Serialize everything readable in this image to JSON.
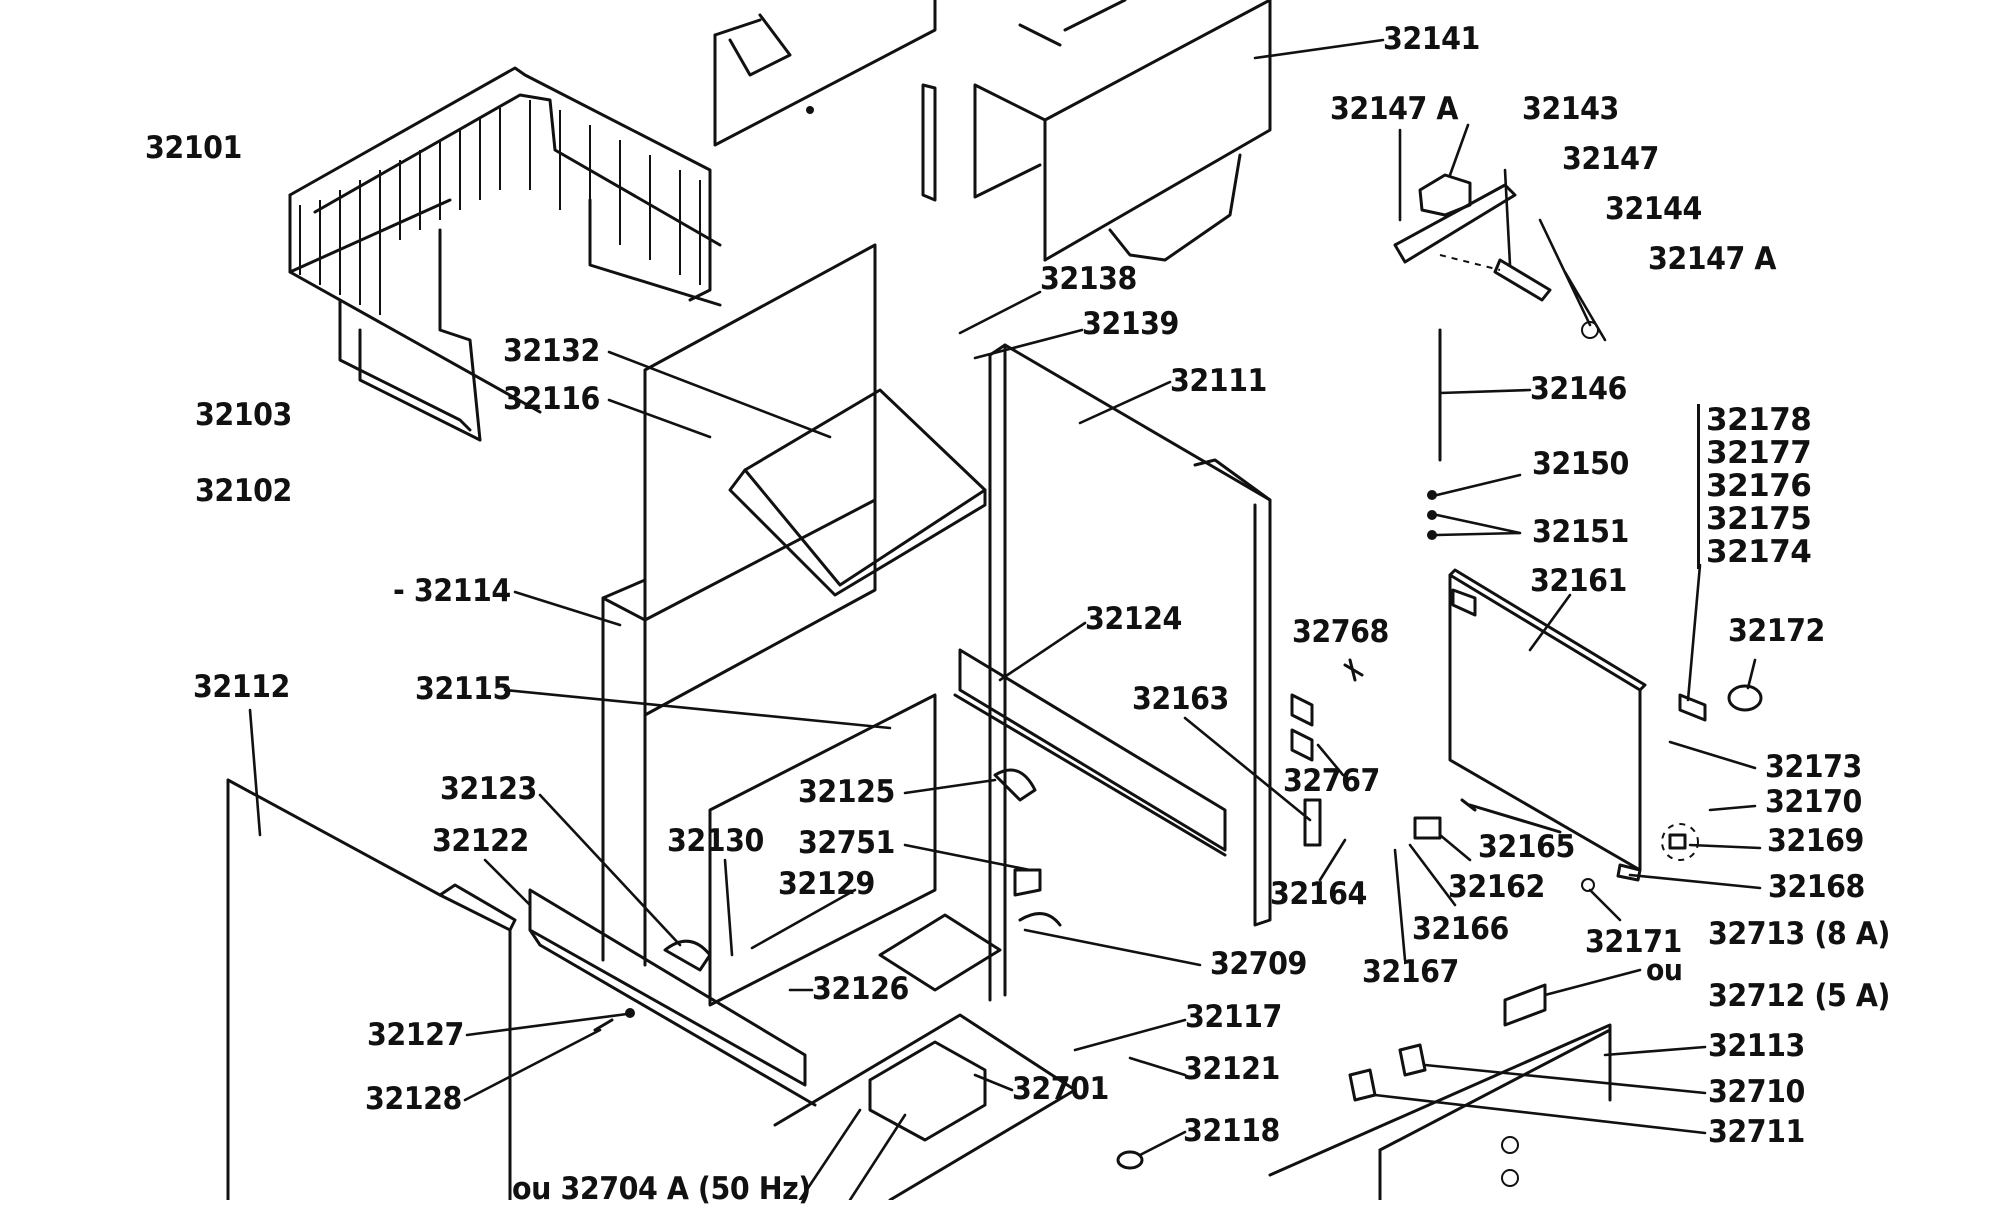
{
  "title": "Exploded parts diagram – cabinet assembly",
  "labels": {
    "p32101": "32101",
    "p32141": "32141",
    "p32147a_top": "32147 A",
    "p32143": "32143",
    "p32147": "32147",
    "p32144": "32144",
    "p32147a_right": "32147 A",
    "p32138": "32138",
    "p32139": "32139",
    "p32132": "32132",
    "p32116": "32116",
    "p32111": "32111",
    "p32146": "32146",
    "p32103": "32103",
    "p32102": "32102",
    "p32150": "32150",
    "p32151": "32151",
    "p32114": "- 32114",
    "p32161": "32161",
    "p32124": "32124",
    "p32768": "32768",
    "p32172": "32172",
    "p32112": "32112",
    "p32115": "32115",
    "p32163": "32163",
    "p32123": "32123",
    "p32125": "32125",
    "p32767": "32767",
    "p32173": "32173",
    "p32170": "32170",
    "p32122": "32122",
    "p32130": "32130",
    "p32751": "32751",
    "p32165": "32165",
    "p32169": "32169",
    "p32129": "32129",
    "p32162": "32162",
    "p32164": "32164",
    "p32168": "32168",
    "p32166": "32166",
    "p32713": "32713 (8 A)",
    "p32171": "32171",
    "p32709": "32709",
    "ou_right": "ou",
    "p32167": "32167",
    "p32126": "32126",
    "p32712": "32712 (5 A)",
    "p32117": "32117",
    "p32127": "32127",
    "p32113": "32113",
    "p32121": "32121",
    "p32701": "32701",
    "p32710": "32710",
    "p32128": "32128",
    "p32711": "32711",
    "p32118": "32118",
    "p32704": "ou 32704 A (50 Hz)"
  },
  "label_stack": [
    "32178",
    "32177",
    "32176",
    "32175",
    "32174"
  ]
}
